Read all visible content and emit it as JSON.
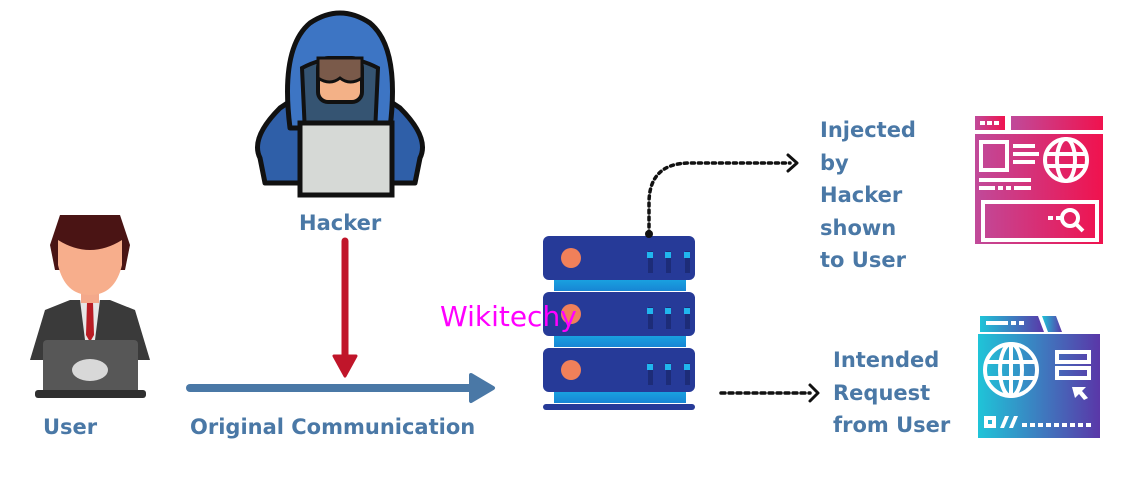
{
  "diagram": {
    "title": "Man-in-the-middle / injection attack flow",
    "actors": {
      "hacker": {
        "label": "Hacker",
        "icon": "hooded-hacker-icon"
      },
      "user": {
        "label": "User",
        "icon": "businessman-laptop-icon"
      },
      "server": {
        "icon": "server-rack-icon"
      }
    },
    "flows": {
      "original": {
        "label": "Original Communication",
        "color": "#4a78a6"
      },
      "injection": {
        "color": "#c0152a"
      }
    },
    "outcomes": {
      "injected": {
        "lines": [
          "Injected",
          "by",
          "Hacker",
          "shown",
          "to User"
        ],
        "icon": "malicious-webpage-icon",
        "colors": [
          "#c04a9a",
          "#f0124e"
        ]
      },
      "intended": {
        "lines": [
          "Intended",
          "Request",
          "from User"
        ],
        "icon": "legit-webpage-icon",
        "colors": [
          "#1fc4d8",
          "#5a37a8"
        ]
      }
    },
    "watermark": "Wikitechy"
  }
}
